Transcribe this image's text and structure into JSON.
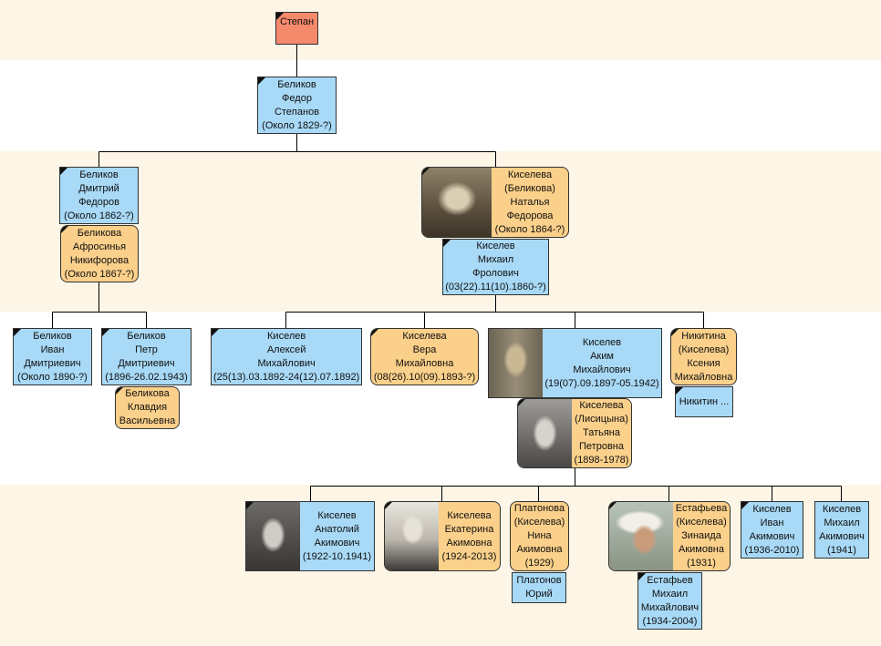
{
  "nodes": {
    "stepan": [
      "Степан"
    ],
    "fedor": [
      "Беликов",
      "Федор",
      "Степанов",
      "(Около 1829-?)"
    ],
    "dmitriy": [
      "Беликов",
      "Дмитрий",
      "Федоров",
      "(Около 1862-?)"
    ],
    "afrosinya": [
      "Беликова",
      "Афросинья",
      "Никифорова",
      "(Около 1867-?)"
    ],
    "natalya": [
      "Киселева",
      "(Беликова)",
      "Наталья",
      "Федорова",
      "(Около 1864-?)"
    ],
    "mikhail_f": [
      "Киселев",
      "Михаил",
      "Фролович",
      "(03(22).11(10).1860-?)"
    ],
    "ivan_d": [
      "Беликов",
      "Иван",
      "Дмитриевич",
      "(Около 1890-?)"
    ],
    "petr": [
      "Беликов",
      "Петр",
      "Дмитриевич",
      "(1896-26.02.1943)"
    ],
    "klavdiya": [
      "Беликова",
      "Клавдия",
      "Васильевна"
    ],
    "aleksey": [
      "Киселев",
      "Алексей",
      "Михайлович",
      "(25(13).03.1892-24(12).07.1892)"
    ],
    "vera": [
      "Киселева",
      "Вера",
      "Михайловна",
      "(08(26).10(09).1893-?)"
    ],
    "akim": [
      "Киселев",
      "Аким",
      "Михайлович",
      "(19(07).09.1897-05.1942)"
    ],
    "kseniya": [
      "Никитина",
      "(Киселева)",
      "Ксения",
      "Михайловна"
    ],
    "nikitin": [
      "Никитин ..."
    ],
    "tatyana": [
      "Киселева",
      "(Лисицына)",
      "Татьяна",
      "Петровна",
      "(1898-1978)"
    ],
    "anatoliy": [
      "Киселев",
      "Анатолий",
      "Акимович",
      "(1922-10.1941)"
    ],
    "ekaterina": [
      "Киселева",
      "Екатерина",
      "Акимовна",
      "(1924-2013)"
    ],
    "nina": [
      "Платонова",
      "(Киселева)",
      "Нина",
      "Акимовна",
      "(1929)"
    ],
    "yuriy": [
      "Платонов",
      "Юрий"
    ],
    "zinaida": [
      "Естафьева",
      "(Киселева)",
      "Зинаида",
      "Акимовна",
      "(1931)"
    ],
    "mikhail_e": [
      "Естафьев",
      "Михаил",
      "Михайлович",
      "(1934-2004)"
    ],
    "ivan_a": [
      "Киселев",
      "Иван",
      "Акимович",
      "(1936-2010)"
    ],
    "mikhail_a": [
      "Киселев",
      "Михаил",
      "Акимович",
      "(1941)"
    ]
  },
  "colors": {
    "male": "#a8d9f6",
    "female": "#fbd08a",
    "root": "#f4896b",
    "band_shaded": "#fdf5e6",
    "band_plain": "#ffffff",
    "connector": "#000000"
  }
}
